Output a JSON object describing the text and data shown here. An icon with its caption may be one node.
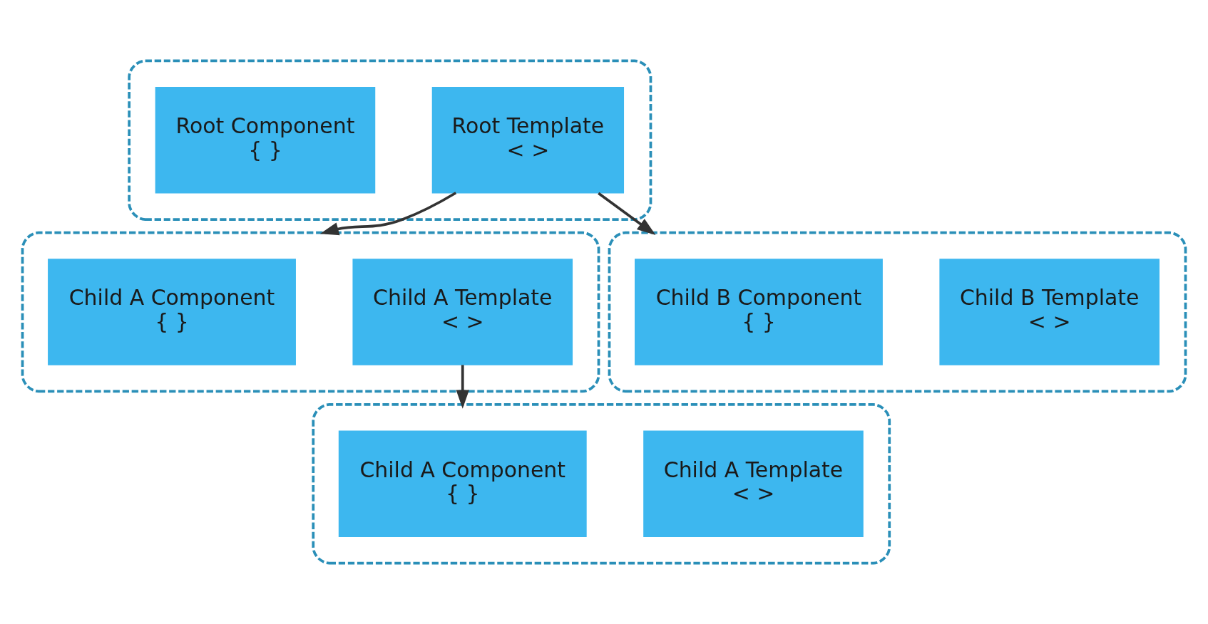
{
  "diagram": {
    "nodes": [
      {
        "text": [],
        "shape": "box"
      },
      {
        "text": [
          "Root Component",
          "{ }"
        ],
        "in": 0
      },
      {
        "text": [
          "Root Template",
          "< >"
        ],
        "in": 0
      },
      {
        "text": [],
        "shape": "box"
      },
      {
        "text": [
          "Child A Component",
          "{ }"
        ],
        "in": 3
      },
      {
        "text": [
          "Child A Template",
          "< >"
        ],
        "in": 3
      },
      {
        "text": [],
        "shape": "box"
      },
      {
        "text": [
          "Child B Component",
          "{ }"
        ],
        "in": 6
      },
      {
        "text": [
          "Child B Template",
          "< >"
        ],
        "in": 6
      },
      {
        "text": [],
        "shape": "box"
      },
      {
        "text": [
          "Child A Component",
          "{ }"
        ],
        "in": 9
      },
      {
        "text": [
          "Child A Template",
          "< >"
        ],
        "in": 9
      }
    ],
    "edges": [
      {
        "from": 2,
        "to": 3,
        "arrow": "to"
      },
      {
        "from": 2,
        "to": 6,
        "arrow": "to"
      },
      {
        "from": 5,
        "to": 9,
        "arrow": "to"
      }
    ]
  }
}
